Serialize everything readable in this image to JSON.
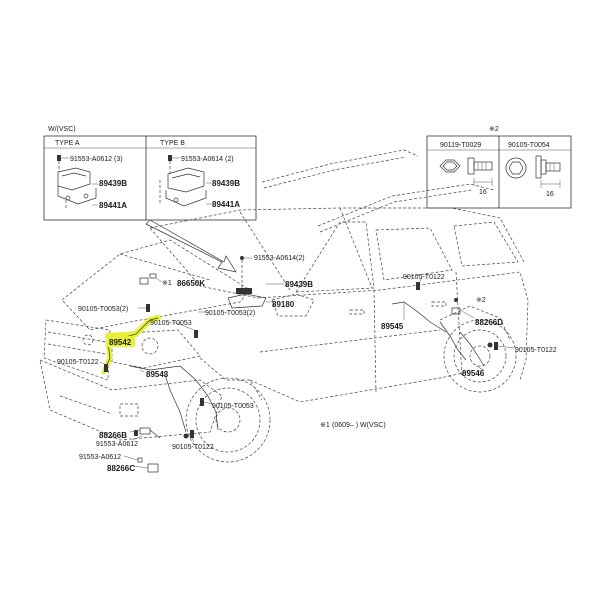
{
  "inset": {
    "header": "W/(VSC)",
    "type_a": {
      "title": "TYPE A",
      "part_bolt": "91553-A0612 (3)",
      "part_bracket": "89439B",
      "part_sensor": "89441A"
    },
    "type_b": {
      "title": "TYPE B",
      "part_bolt": "91553-A0614 (2)",
      "part_bracket": "89439B",
      "part_sensor": "89441A"
    }
  },
  "fasteners": {
    "header": "※2",
    "left": {
      "part": "90119-T0029",
      "dim": "16"
    },
    "right": {
      "part": "90105-T0054",
      "dim": "16"
    }
  },
  "callouts": {
    "c_91553_a0614_2": "91553-A0614(2)",
    "c_86650k_mark": "※1",
    "c_86650k": "86650K",
    "c_89439b": "89439B",
    "c_90105_t0053_2_left": "90105-T0053(2)",
    "c_90105_t0053_mid": "90105-T0053",
    "c_90105_t0053_2_mid": "90105-T0053(2)",
    "c_89180": "89180",
    "c_89542": "89542",
    "c_90105_t0122_left": "90105-T0122",
    "c_89543": "89543",
    "c_90105_t0053_low": "90105-T0053",
    "c_88266b": "88266B",
    "c_91553_a0612_mid": "91553-A0612",
    "c_90105_t0122_low": "90105-T0122",
    "c_91553_a0612_low": "91553-A0612",
    "c_88266c": "88266C",
    "c_90105_t0122_right_top": "90105-T0122",
    "c_89545": "89545",
    "c_mark2": "※2",
    "c_88266d": "88266D",
    "c_90105_t0122_right": "90105-T0122",
    "c_89546": "89546"
  },
  "note": {
    "mark": "※1",
    "text": "(0609–    ) W(VSC)"
  },
  "colors": {
    "highlight": "#e8f03a",
    "line": "#333333"
  }
}
